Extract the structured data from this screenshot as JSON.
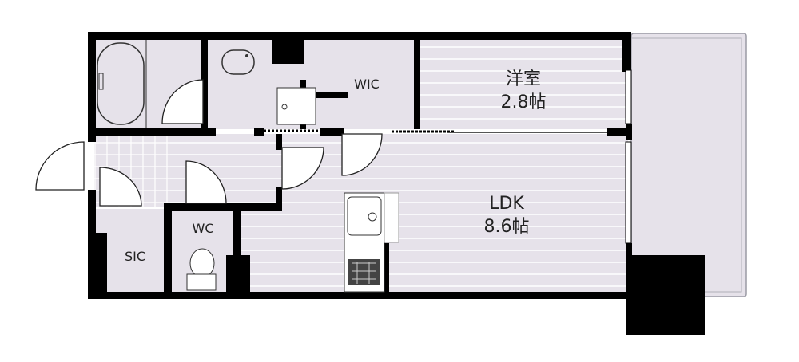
{
  "rooms": {
    "western_room": {
      "name": "洋室",
      "size": "2.8帖"
    },
    "ldk": {
      "name": "LDK",
      "size": "8.6帖"
    },
    "wic": {
      "name": "WIC"
    },
    "wc": {
      "name": "WC"
    },
    "sic": {
      "name": "SIC"
    }
  },
  "colors": {
    "room_fill": "#e6e2ea",
    "wall": "#000000",
    "stripe": "#ffffff",
    "outline": "#9a9aa4"
  }
}
